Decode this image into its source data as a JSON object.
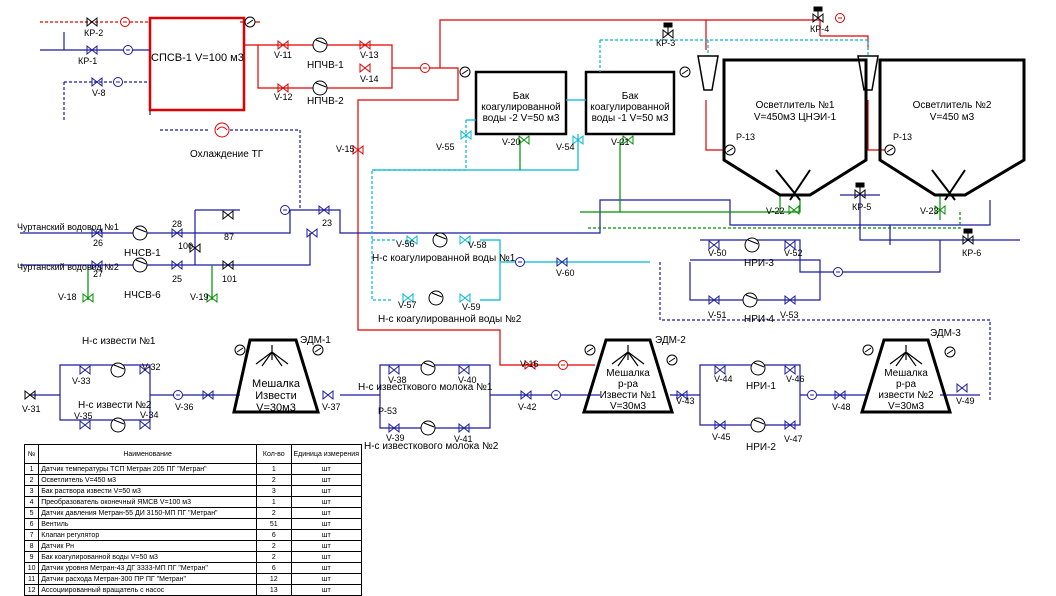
{
  "labels": {
    "spsv": "СПСВ-1 V=100 м3",
    "ohl": "Охлаждение ТГ",
    "npchv1": "НПЧВ-1",
    "npchv2": "НПЧВ-2",
    "bak2_l1": "Бак",
    "bak2_l2": "коагулированной",
    "bak2_l3": "воды -2 V=50 м3",
    "bak1_l1": "Бак",
    "bak1_l2": "коагулированной",
    "bak1_l3": "воды -1 V=50 м3",
    "osv1_l1": "Осветлитель №1",
    "osv1_l2": "V=450м3 ЦНЭИ-1",
    "osv2_l1": "Осветлитель №2",
    "osv2_l2": "V=450 м3",
    "vod1": "Чуртанский водовод №1",
    "vod2": "Чуртанский водовод №2",
    "nchsv1": "НЧСВ-1",
    "nchsv6": "НЧСВ-6",
    "ns_koag1": "Н-с коагулированной воды №1",
    "ns_koag2": "Н-с коагулированной воды №2",
    "nri3": "НРИ-3",
    "nri4": "НРИ-4",
    "nri1": "НРИ-1",
    "nri2": "НРИ-2",
    "ns_izv1": "Н-с извести №1",
    "ns_izv2": "Н-с извести №2",
    "edm1": "ЭДМ-1",
    "edm2": "ЭДМ-2",
    "edm3": "ЭДМ-3",
    "mesh1_l1": "Мешалка",
    "mesh1_l2": "Извести",
    "mesh1_l3": "V=30м3",
    "mesh2_l1": "Мешалка",
    "mesh2_l2": "р-ра",
    "mesh2_l3": "Извести №1",
    "mesh2_l4": "V=30м3",
    "mesh3_l1": "Мешалка",
    "mesh3_l2": "р-ра",
    "mesh3_l3": "извести №2",
    "mesh3_l4": "V=30м3",
    "ns_mol1": "Н-с известкового молока №1",
    "ns_mol2": "Н-с известкового молока №2",
    "p13a": "Р-13",
    "p13b": "Р-13"
  },
  "valves": {
    "kp2": "КР-2",
    "kp1": "КР-1",
    "v8": "V-8",
    "v11": "V-11",
    "v12": "V-12",
    "v13": "V-13",
    "v14": "V-14",
    "kp3": "КР-3",
    "kp4": "КР-4",
    "v15": "V-15",
    "v55": "V-55",
    "v20": "V-20",
    "v54": "V-54",
    "v21": "V-21",
    "v22": "V-22",
    "kp5": "КР-5",
    "v23": "V-23",
    "kp6": "КР-6",
    "n26": "26",
    "n28": "28",
    "n100": "100",
    "n87": "87",
    "n23": "23",
    "n27": "27",
    "n25": "25",
    "n101": "101",
    "v18": "V-18",
    "v19": "V-19",
    "v56": "V-56",
    "v58": "V-58",
    "v57": "V-57",
    "v59": "V-59",
    "v60": "V-60",
    "v50": "V-50",
    "v52": "V-52",
    "v51": "V-51",
    "v53": "V-53",
    "v33": "V-33",
    "v32": "V-32",
    "v31": "V-31",
    "v35": "V-35",
    "v34": "V-34",
    "v36": "V-36",
    "v37": "V-37",
    "v38": "V-38",
    "v40": "V-40",
    "p53": "Р-53",
    "v39": "V-39",
    "v41": "V-41",
    "v16": "V-16",
    "v42": "V-42",
    "v43": "V-43",
    "v44": "V-44",
    "v46": "V-46",
    "v45": "V-45",
    "v47": "V-47",
    "v48": "V-48",
    "v49": "V-49"
  },
  "legend": {
    "headers": [
      "№",
      "Наименование",
      "Кол-во",
      "Единица измерения"
    ],
    "rows": [
      {
        "n": "1",
        "name": "Датчик температуры ТСП Метран 205 ПГ \"Метран\"",
        "qty": "1",
        "unit": "шт"
      },
      {
        "n": "2",
        "name": "Осветлитель V=450 м3",
        "qty": "2",
        "unit": "шт"
      },
      {
        "n": "3",
        "name": "Бак раствора извести V=50 м3",
        "qty": "3",
        "unit": "шт"
      },
      {
        "n": "4",
        "name": "Преобразователь оконечный ЯМСВ V=100 м3",
        "qty": "1",
        "unit": "шт"
      },
      {
        "n": "5",
        "name": "Датчик давления Метран-55 ДИ 3150-МП ПГ \"Метран\"",
        "qty": "2",
        "unit": "шт"
      },
      {
        "n": "6",
        "name": "Вентиль",
        "qty": "51",
        "unit": "шт"
      },
      {
        "n": "7",
        "name": "Клапан регулятор",
        "qty": "6",
        "unit": "шт"
      },
      {
        "n": "8",
        "name": "Датчик Рн",
        "qty": "2",
        "unit": "шт"
      },
      {
        "n": "9",
        "name": "Бак коагулированной воды V=50 м3",
        "qty": "2",
        "unit": "шт"
      },
      {
        "n": "10",
        "name": "Датчик уровня Метран-43 ДГ 3333-МП ПГ \"Метран\"",
        "qty": "6",
        "unit": "шт"
      },
      {
        "n": "11",
        "name": "Датчик расхода Метран-300 ПР ПГ \"Метран\"",
        "qty": "12",
        "unit": "шт"
      },
      {
        "n": "12",
        "name": "Ассоциированный вращатель с насос",
        "qty": "13",
        "unit": "шт"
      }
    ]
  }
}
